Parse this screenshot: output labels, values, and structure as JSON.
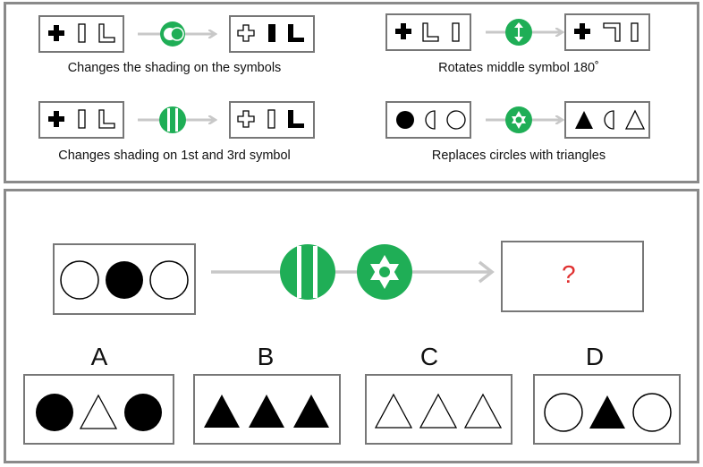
{
  "rules": [
    {
      "caption": "Changes the shading on the symbols"
    },
    {
      "caption": "Rotates middle symbol 180˚"
    },
    {
      "caption": "Changes shading on 1st and 3rd symbol"
    },
    {
      "caption": "Replaces circles with triangles"
    }
  ],
  "puzzle": {
    "question_mark": "?"
  },
  "options": [
    {
      "letter": "A"
    },
    {
      "letter": "B"
    },
    {
      "letter": "C"
    },
    {
      "letter": "D"
    }
  ],
  "colors": {
    "green": "#1fae56",
    "arrow": "#c8c8c8",
    "border": "#8a8a8a",
    "question": "#e03030"
  }
}
